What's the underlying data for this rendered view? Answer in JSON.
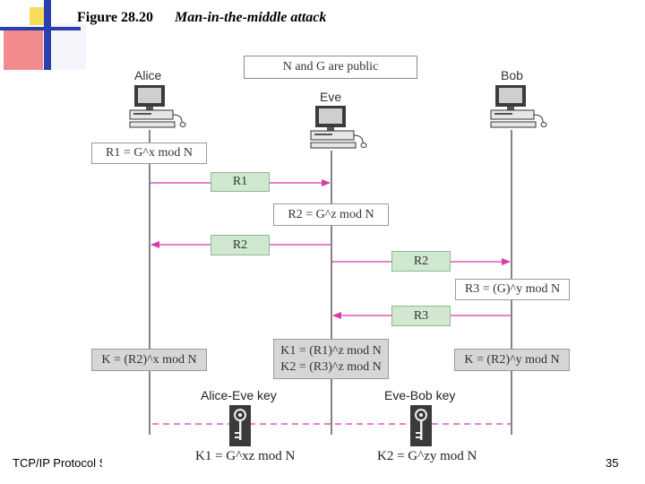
{
  "header": {
    "figure_number": "Figure 28.20",
    "figure_title": "Man-in-the-middle attack"
  },
  "footer": {
    "left_text": "TCP/IP Protocol S",
    "page_number": "35"
  },
  "public_box": "N and G are public",
  "parties": {
    "alice": "Alice",
    "eve": "Eve",
    "bob": "Bob"
  },
  "steps": {
    "alice_r1": "R1 = G^x mod N",
    "msg_r1": "R1",
    "eve_r2": "R2 = G^z mod N",
    "msg_r2_alice": "R2",
    "msg_r2_bob": "R2",
    "bob_r3": "R3 = (G)^y mod N",
    "msg_r3": "R3",
    "alice_k": "K = (R2)^x mod N",
    "eve_k1": "K1 = (R1)^z mod N",
    "eve_k2": "K2 = (R3)^z mod N",
    "bob_k": "K = (R2)^y mod N"
  },
  "keys": {
    "alice_eve_label": "Alice-Eve key",
    "eve_bob_label": "Eve-Bob key",
    "k1_formula": "K1 = G^xz mod N",
    "k2_formula": "K2 = G^zy mod N"
  },
  "colors": {
    "arrow": "#d838a8",
    "dashed_line": "#d838a8",
    "green_box": "#cfe8cf",
    "gray_box": "#d6d6d6",
    "lifeline": "#333333"
  },
  "icons": {
    "computer": "computer-icon",
    "key": "key-icon"
  }
}
